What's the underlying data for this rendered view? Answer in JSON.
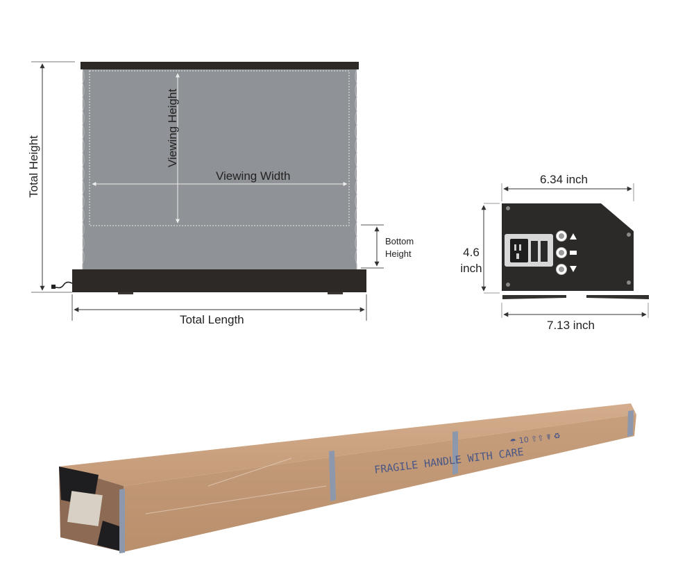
{
  "screen_diagram": {
    "total_height_label": "Total Height",
    "viewing_height_label": "Viewing Height",
    "viewing_width_label": "Viewing Width",
    "bottom_height_label": "Bottom Height",
    "total_length_label": "Total Length"
  },
  "control_box": {
    "top_width_label": "6.34 inch",
    "height_label": "4.6 inch",
    "bottom_width_label": "7.13 inch",
    "button_icons": [
      "triangle-up-icon",
      "stop-icon",
      "triangle-down-icon"
    ]
  },
  "package": {
    "box_print_text": "FRAGILE HANDLE WITH CARE"
  },
  "colors": {
    "screen_gray": "#8f9296",
    "frame_dark": "#2c2926",
    "cardboard": "#c79e7c",
    "print_blue": "#4a5786"
  }
}
